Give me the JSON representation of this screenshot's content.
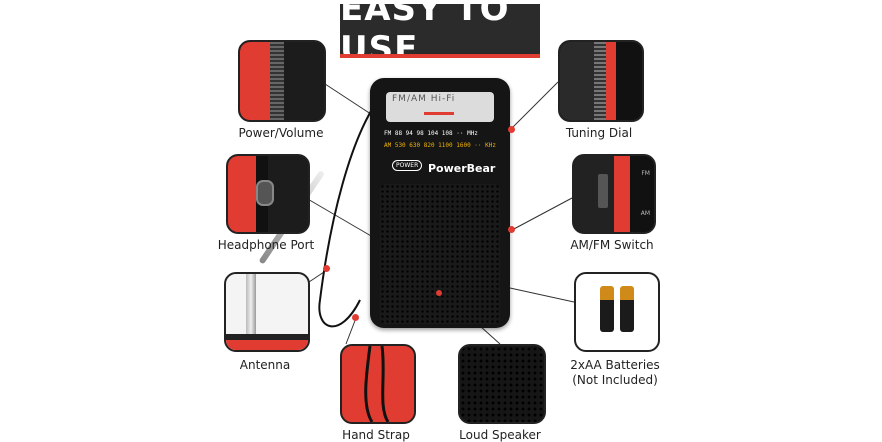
{
  "banner": {
    "title": "EASY TO USE"
  },
  "radio": {
    "dial_label": "FM/AM        Hi-Fi",
    "fm_band": "FM 88   94   98  104 108 ·· MHz",
    "am_band": "AM 530 630 820 1100  1600 ·· KHz",
    "power_badge": "POWER",
    "brand": "PowerBear"
  },
  "features": {
    "power_volume": "Power/Volume",
    "tuning_dial": "Tuning Dial",
    "headphone_port": "Headphone Port",
    "am_fm_switch": "AM/FM Switch",
    "antenna": "Antenna",
    "batteries_line1": "2xAA Batteries",
    "batteries_line2": "(Not Included)",
    "hand_strap": "Hand Strap",
    "loud_speaker": "Loud Speaker",
    "switch_fm": "FM",
    "switch_am": "AM"
  },
  "colors": {
    "accent": "#e03c31",
    "dark": "#1c1c1c",
    "banner": "#2b2b2b"
  }
}
